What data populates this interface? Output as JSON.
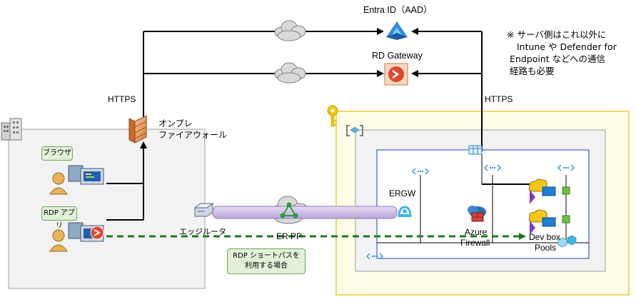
{
  "labels": {
    "entra_id": "Entra ID（AAD）",
    "rd_gateway": "RD Gateway",
    "https_left": "HTTPS",
    "https_right": "HTTPS",
    "onprem_firewall_line1": "オンプレ",
    "onprem_firewall_line2": "ファイアウォール",
    "ergw": "ERGW",
    "azure_firewall_line1": "Azure",
    "azure_firewall_line2": "Firewall",
    "devbox_line1": "Dev box",
    "devbox_line2": "Pools",
    "edge_router": "エッジルータ",
    "er_pp": "ER PP"
  },
  "callouts": {
    "browser": "ブラウザ",
    "rdp_app": "RDP アプリ",
    "rdp_shortpath_line1": "RDP ショートパスを",
    "rdp_shortpath_line2": "利用する場合"
  },
  "note": {
    "line1": "※ サーバ側はこれ以外に",
    "line2": "Intune や Defender for",
    "line3": "Endpoint などへの通信",
    "line4": "経路も必要"
  },
  "colors": {
    "accent_yellow_border": "#f2d86b",
    "accent_yellow_fill": "#fffde7",
    "vnet_border": "#1f3fd1",
    "shortpath_arrow": "#1a7a1a",
    "expressroute_bar": "#c9b5e4"
  }
}
